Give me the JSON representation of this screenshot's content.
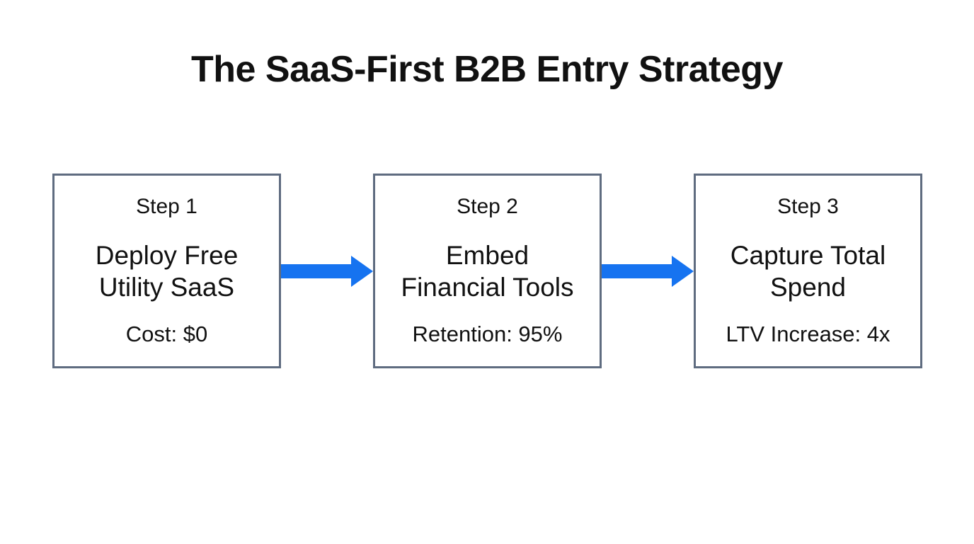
{
  "title": "The SaaS-First B2B Entry Strategy",
  "colors": {
    "arrow": "#1673F0",
    "box_border": "#5F6C80",
    "text": "#111111",
    "background": "#FFFFFF"
  },
  "steps": [
    {
      "label": "Step 1",
      "title": "Deploy Free\nUtility SaaS",
      "metric": "Cost: $0"
    },
    {
      "label": "Step 2",
      "title": "Embed\nFinancial Tools",
      "metric": "Retention: 95%"
    },
    {
      "label": "Step 3",
      "title": "Capture Total\nSpend",
      "metric": "LTV Increase: 4x"
    }
  ]
}
